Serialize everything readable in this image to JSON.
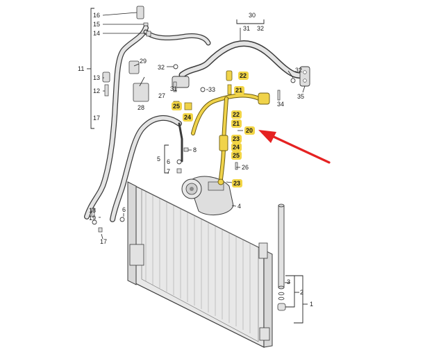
{
  "callouts": {
    "c16": "16",
    "c15": "15",
    "c14": "14",
    "c11": "11",
    "c13": "13",
    "c12": "12",
    "c17a": "17",
    "c29": "29",
    "c28": "28",
    "c32a": "32",
    "c31a": "31",
    "c33": "33",
    "c27": "27",
    "c25a": "25",
    "c24a": "24",
    "c30": "30",
    "c31b": "31",
    "c32b": "32",
    "c22a": "22",
    "c21a": "21",
    "c32c": "32",
    "c34": "34",
    "c35": "35",
    "c22b": "22",
    "c21b": "21",
    "c20": "20",
    "c23b": "23",
    "c24b": "24",
    "c25b": "25",
    "c8": "8",
    "c5": "5",
    "c6a": "6",
    "c7": "7",
    "c26": "26",
    "c23c": "23",
    "c4": "4",
    "c18": "18",
    "c19": "19",
    "c6b": "6",
    "c17b": "17",
    "c3": "3",
    "c2": "2",
    "c1": "1"
  },
  "colors": {
    "highlight_fill": "#f2d545",
    "highlight_part": "#f0d34a",
    "arrow": "#e52222",
    "line_art": "#3a3a3a",
    "part_fill": "#e6e6e6"
  }
}
